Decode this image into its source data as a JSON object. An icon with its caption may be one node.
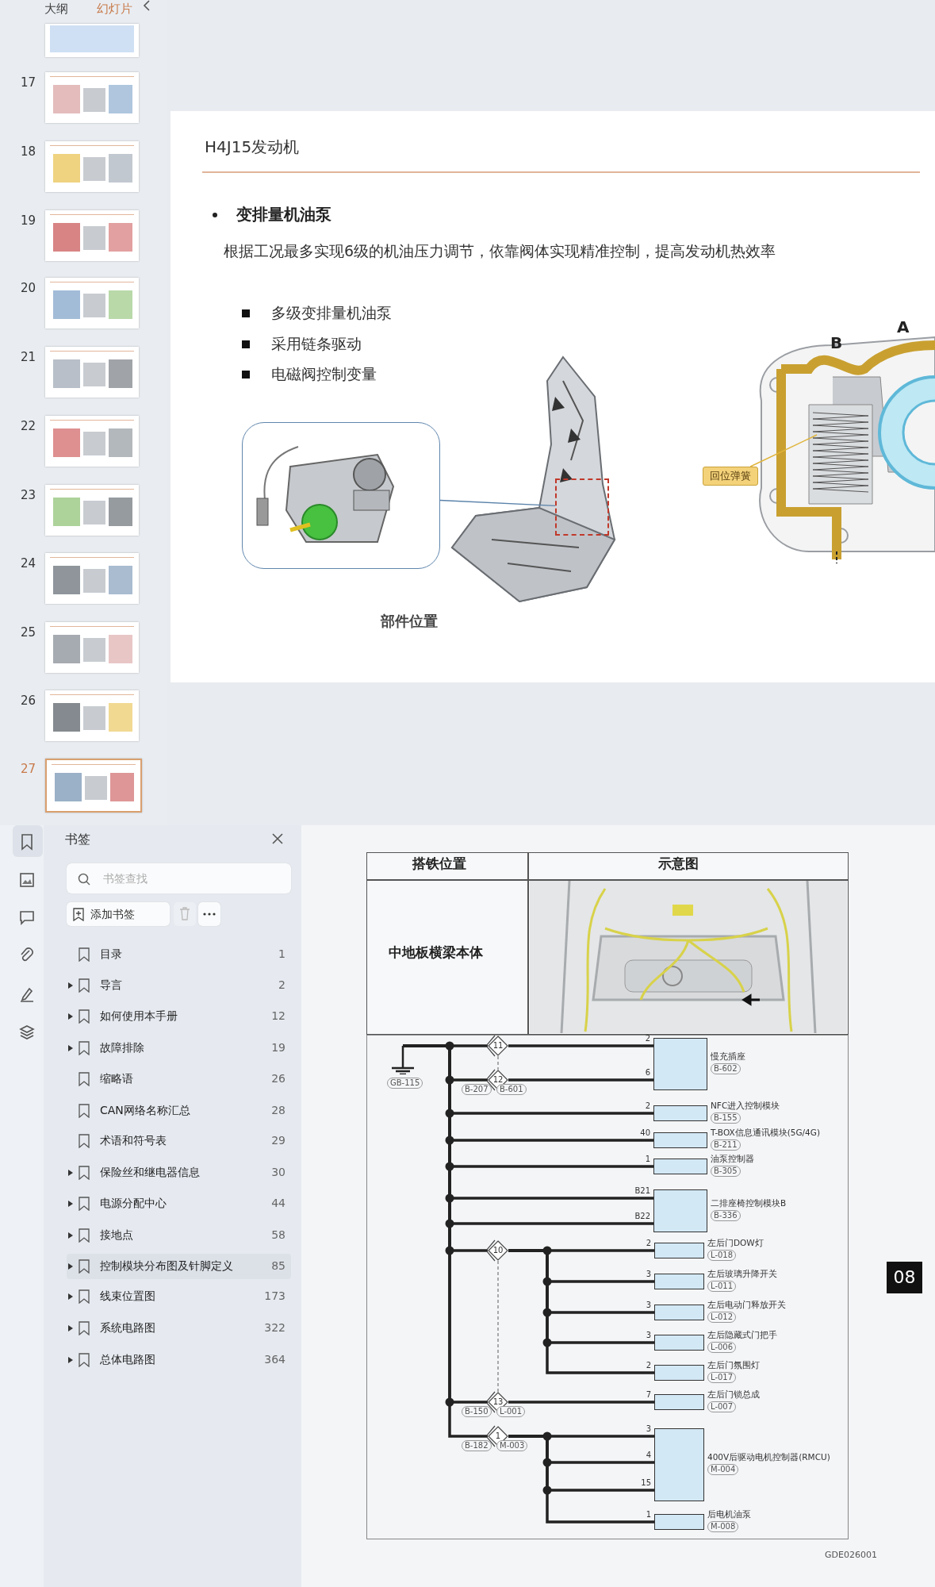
{
  "diagram": {
    "nodes": [
      {
        "text": [],
        "shape": "picture"
      },
      {
        "text": [],
        "shape": "box"
      },
      {
        "text": [
          "回位弹簧"
        ]
      },
      {
        "text": [],
        "shape": "ground",
        "beside": [
          "GB-115"
        ]
      },
      {
        "text": [
          "11"
        ]
      },
      {
        "text": [
          "12"
        ],
        "beside": [
          "B-207",
          "B-601"
        ]
      },
      {
        "text": [],
        "shape": "box",
        "beside": [
          "慢充插座",
          "B-602"
        ]
      },
      {
        "text": [],
        "shape": "box",
        "beside": [
          "NFC进入控制模块",
          "B-155"
        ]
      },
      {
        "text": [],
        "shape": "box",
        "beside": [
          "T-BOX信息通讯模块(5G/4G)",
          "B-211"
        ]
      },
      {
        "text": [],
        "shape": "box",
        "beside": [
          "油泵控制器",
          "B-305"
        ]
      },
      {
        "text": [],
        "shape": "box",
        "beside": [
          "二排座椅控制模块B",
          "B-336"
        ]
      },
      {
        "text": [
          "10"
        ]
      },
      {
        "text": [],
        "shape": "box",
        "beside": [
          "左后门DOW灯",
          "L-018"
        ]
      },
      {
        "text": [],
        "shape": "box",
        "beside": [
          "左后玻璃升降开关",
          "L-011"
        ]
      },
      {
        "text": [],
        "shape": "box",
        "beside": [
          "左后电动门释放开关",
          "L-012"
        ]
      },
      {
        "text": [],
        "shape": "box",
        "beside": [
          "左后隐藏式门把手",
          "L-006"
        ]
      },
      {
        "text": [],
        "shape": "box",
        "beside": [
          "左后门氛围灯",
          "L-017"
        ]
      },
      {
        "text": [
          "13"
        ],
        "beside": [
          "B-150",
          "L-001"
        ]
      },
      {
        "text": [],
        "shape": "box",
        "beside": [
          "左后门锁总成",
          "L-007"
        ]
      },
      {
        "text": [
          "1"
        ],
        "beside": [
          "B-182",
          "M-003"
        ]
      },
      {
        "text": [],
        "shape": "box",
        "beside": [
          "400V后驱动电机控制器(RMCU)",
          "M-004"
        ]
      },
      {
        "text": [],
        "shape": "box",
        "beside": [
          "后电机油泵",
          "M-008"
        ]
      }
    ],
    "edges": [
      {
        "from": 0,
        "to": 1,
        "arrow": "none",
        "color": "#5a82aa"
      },
      {
        "from": 2,
        "to": null,
        "arrow": "none",
        "color": "#e0b43a"
      },
      {
        "from": 3,
        "to": 4,
        "arrow": "none"
      },
      {
        "from": 4,
        "to": 6,
        "arrow": "none",
        "label": "2"
      },
      {
        "from": 3,
        "to": 5,
        "arrow": "none"
      },
      {
        "from": 5,
        "to": 6,
        "arrow": "none",
        "label": "6"
      },
      {
        "from": 4,
        "to": 5,
        "arrow": "none",
        "style": "dashed",
        "color": "#777777"
      },
      {
        "from": 3,
        "to": 7,
        "arrow": "none",
        "label": "2"
      },
      {
        "from": 3,
        "to": 8,
        "arrow": "none",
        "label": "40"
      },
      {
        "from": 3,
        "to": 9,
        "arrow": "none",
        "label": "1"
      },
      {
        "from": 3,
        "to": 10,
        "arrow": "none",
        "label": "B21"
      },
      {
        "from": 3,
        "to": 10,
        "arrow": "none",
        "label": "B22"
      },
      {
        "from": 3,
        "to": 11,
        "arrow": "none"
      },
      {
        "from": 11,
        "to": 12,
        "arrow": "none",
        "label": "2"
      },
      {
        "from": 11,
        "to": 13,
        "arrow": "none",
        "label": "3"
      },
      {
        "from": 11,
        "to": 14,
        "arrow": "none",
        "label": "3"
      },
      {
        "from": 11,
        "to": 15,
        "arrow": "none",
        "label": "3"
      },
      {
        "from": 11,
        "to": 16,
        "arrow": "none",
        "label": "2"
      },
      {
        "from": 3,
        "to": 17,
        "arrow": "none"
      },
      {
        "from": 17,
        "to": 18,
        "arrow": "none",
        "label": "7"
      },
      {
        "from": 11,
        "to": 17,
        "arrow": "none",
        "style": "dashed",
        "color": "#777777"
      },
      {
        "from": 3,
        "to": 19,
        "arrow": "none"
      },
      {
        "from": 19,
        "to": 20,
        "arrow": "none",
        "label": "3"
      },
      {
        "from": 19,
        "to": 20,
        "arrow": "none",
        "label": "4"
      },
      {
        "from": 19,
        "to": 20,
        "arrow": "none",
        "label": "15"
      },
      {
        "from": 19,
        "to": 21,
        "arrow": "none",
        "label": "1"
      }
    ],
    "labels": [
      "大纲",
      "幻灯片",
      "17",
      "18",
      "19",
      "20",
      "21",
      "22",
      "23",
      "24",
      "25",
      "26",
      "27",
      "H4J15发动机",
      "变排量机油泵",
      "根据工况最多实现6级的机油压力调节，依靠阀体实现精准控制，提高发动机热效率",
      "多级变排量机油泵",
      "采用链条驱动",
      "电磁阀控制变量",
      "B",
      "A",
      "部件位置",
      "书签",
      "书签查找",
      "添加书签",
      "目录",
      "1",
      "导言",
      "2",
      "如何使用本手册",
      "12",
      "故障排除",
      "19",
      "缩略语",
      "26",
      "CAN网络名称汇总",
      "28",
      "术语和符号表",
      "29",
      "保险丝和继电器信息",
      "30",
      "电源分配中心",
      "44",
      "接地点",
      "58",
      "控制模块分布图及针脚定义",
      "85",
      "线束位置图",
      "173",
      "系统电路图",
      "322",
      "总体电路图",
      "364",
      "搭铁位置",
      "示意图",
      "中地板横梁本体",
      "08",
      "GDE026001"
    ]
  }
}
